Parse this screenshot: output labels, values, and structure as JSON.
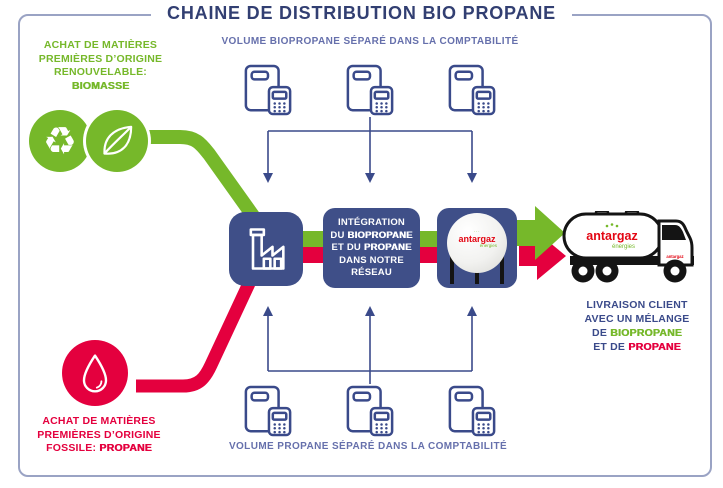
{
  "title": "CHAINE DE DISTRIBUTION BIO PROPANE",
  "sources": {
    "renewable": {
      "line1": "ACHAT DE MATIÈRES",
      "line2": "PREMIÈRES D’ORIGINE",
      "line3": "RENOUVELABLE:",
      "line4": "BIOMASSE"
    },
    "fossil": {
      "line1": "ACHAT DE MATIÈRES",
      "line2": "PREMIÈRES D’ORIGINE",
      "line3a": "FOSSILE: ",
      "line3b": "PROPANE"
    }
  },
  "accounting": {
    "top_label": "VOLUME BIOPROPANE SÉPARÉ DANS LA COMPTABILITÉ",
    "bottom_label": "VOLUME PROPANE SÉPARÉ DANS LA COMPTABILITÉ"
  },
  "integration_box": {
    "line1": "INTÉGRATION",
    "line2a": "DU ",
    "line2b": "BIOPROPANE",
    "line3a": "ET DU ",
    "line3b": "PROPANE",
    "line4": "DANS NOTRE",
    "line5": "RÉSEAU"
  },
  "delivery": {
    "line1": "LIVRAISON CLIENT",
    "line2": "AVEC UN MÉLANGE",
    "line3a": "DE ",
    "line3b": "BIOPROPANE",
    "line4a": "ET DE ",
    "line4b": "PROPANE"
  },
  "logo": {
    "brand": "antargaz",
    "sub": "énergies",
    "sparkles": "∙∙∙"
  },
  "colors": {
    "green": "#76B82A",
    "red": "#E4003E",
    "box_navy": "#3F4F88",
    "line_blue": "#3A4A8A",
    "label_blue": "#6670AC",
    "title_navy": "#323F72",
    "logo_red": "#E30613"
  }
}
